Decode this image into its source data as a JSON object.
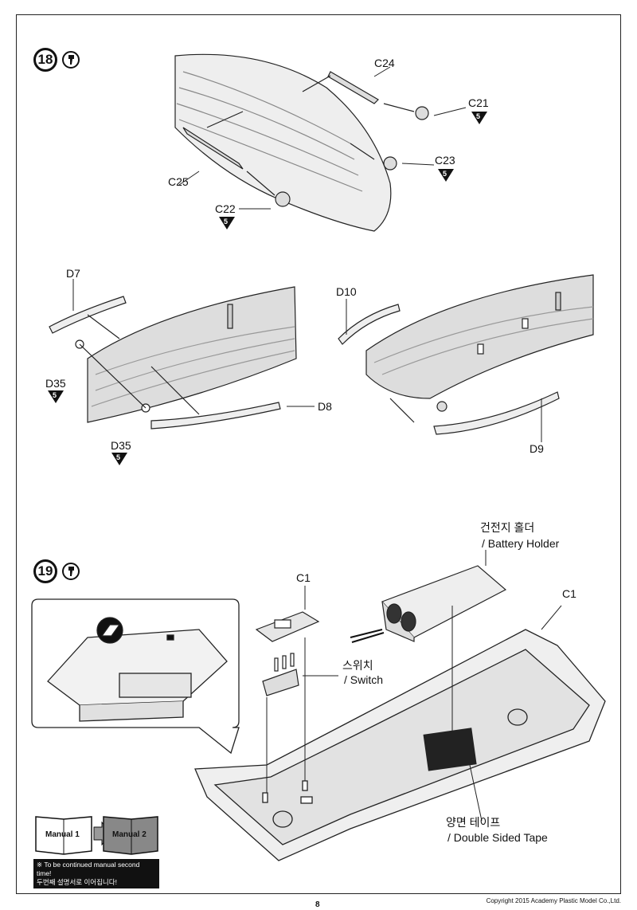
{
  "steps": [
    {
      "number": "18"
    },
    {
      "number": "19"
    }
  ],
  "step18": {
    "parts": [
      "C24",
      "C21",
      "C23",
      "C25",
      "C22"
    ],
    "marks": [
      "5",
      "5",
      "5"
    ]
  },
  "step18b": {
    "parts": [
      "D7",
      "D35",
      "D8",
      "D35",
      "D10",
      "D9"
    ],
    "marks": [
      "5",
      "5"
    ]
  },
  "step19": {
    "c1_top": "C1",
    "c1_right": "C1",
    "battery_ko": "건전지 홀더",
    "battery_en": "/ Battery Holder",
    "switch_ko": "스위치",
    "switch_en": "/ Switch",
    "tape_ko": "양면 테이프",
    "tape_en": "/ Double Sided Tape"
  },
  "manual": {
    "book1": "Manual 1",
    "book2": "Manual 2",
    "note_line1": "※ To be continued manual second time!",
    "note_line2": "두번째 설명서로 이어집니다!"
  },
  "footer": {
    "copyright": "Copyright 2015 Academy Plastic Model Co.,Ltd.",
    "page": "8"
  }
}
